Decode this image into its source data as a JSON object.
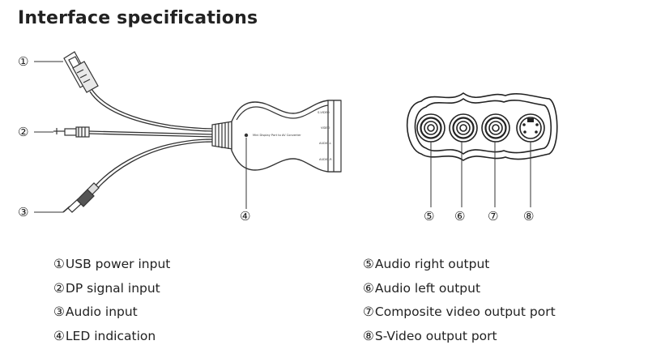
{
  "title": "Interface specifications",
  "callouts": [
    "①",
    "②",
    "③",
    "④",
    "⑤",
    "⑥",
    "⑦",
    "⑧"
  ],
  "device_labels": {
    "body_text": "Mini Display Port to AV Converter",
    "port_1": "S-VIDEO",
    "port_2": "VIDEO",
    "port_3": "AUDIO-L",
    "port_4": "AUDIO-R"
  },
  "legend_left": [
    {
      "num": "①",
      "label": "USB power input"
    },
    {
      "num": "②",
      "label": "DP signal input"
    },
    {
      "num": "③",
      "label": "Audio input"
    },
    {
      "num": "④",
      "label": "LED indication"
    }
  ],
  "legend_right": [
    {
      "num": "⑤",
      "label": "Audio right output"
    },
    {
      "num": "⑥",
      "label": "Audio left output"
    },
    {
      "num": "⑦",
      "label": "Composite video output port"
    },
    {
      "num": "⑧",
      "label": "S-Video output port"
    }
  ]
}
